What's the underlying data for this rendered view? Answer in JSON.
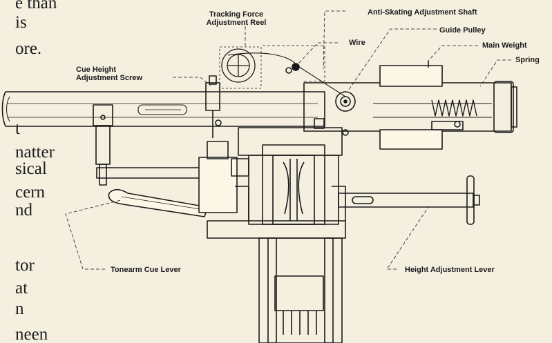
{
  "body_text_fragments": [
    "e than",
    "is",
    "ore.",
    "t",
    "natter",
    "sical",
    "cern",
    "nd",
    "tor",
    "at",
    "n",
    "neen"
  ],
  "labels": {
    "tracking_force": "Tracking Force\nAdjustment Reel",
    "tracking_force_line1": "Tracking Force",
    "tracking_force_line2": "Adjustment Reel",
    "anti_skating": "Anti-Skating Adjustment Shaft",
    "guide_pulley": "Guide Pulley",
    "wire": "Wire",
    "main_weight": "Main Weight",
    "spring": "Spring",
    "cue_height_line1": "Cue Height",
    "cue_height_line2": "Adjustment Screw",
    "tonearm_cue_lever": "Tonearm Cue Lever",
    "height_adjustment_lever": "Height Adjustment Lever"
  }
}
